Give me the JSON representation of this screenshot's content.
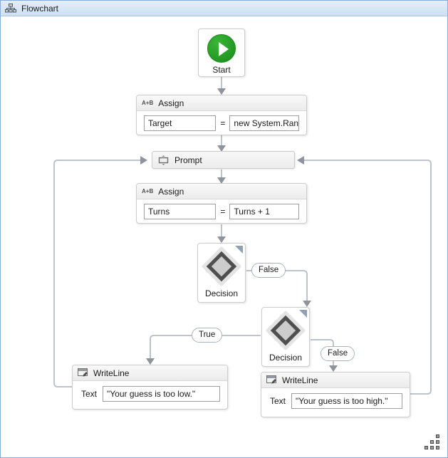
{
  "titlebar": {
    "title": "Flowchart"
  },
  "nodes": {
    "start": {
      "label": "Start"
    },
    "assign1": {
      "icon_text": "A+B",
      "title": "Assign",
      "left_value": "Target",
      "operator": "=",
      "right_value": "new System.Random"
    },
    "prompt": {
      "title": "Prompt"
    },
    "assign2": {
      "icon_text": "A+B",
      "title": "Assign",
      "left_value": "Turns",
      "operator": "=",
      "right_value": "Turns + 1"
    },
    "decision1": {
      "label": "Decision"
    },
    "decision2": {
      "label": "Decision"
    },
    "writeline_low": {
      "title": "WriteLine",
      "field_label": "Text",
      "value": "\"Your guess is too low.\""
    },
    "writeline_high": {
      "title": "WriteLine",
      "field_label": "Text",
      "value": "\"Your guess is too high.\""
    }
  },
  "connectors": {
    "decision1_false_label": "False",
    "decision2_true_label": "True",
    "decision2_false_label": "False"
  },
  "colors": {
    "titlebar_bg": "#D9E6F7",
    "window_border": "#87AED9",
    "start_green": "#28A428",
    "connector_line": "#BCC3CC",
    "arrowhead": "#8E949C",
    "diamond_border": "#4F4F4F",
    "diamond_fill": "#CCCCCC"
  }
}
